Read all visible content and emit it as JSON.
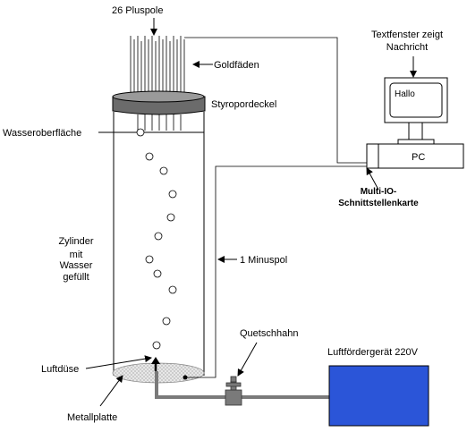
{
  "labels": {
    "pluspole": "26 Pluspole",
    "goldfaeden": "Goldfäden",
    "styropordeckel": "Styropordeckel",
    "wasseroberflaeche": "Wasseroberfläche",
    "zylinder_1": "Zylinder",
    "zylinder_2": "mit",
    "zylinder_3": "Wasser",
    "zylinder_4": "gefüllt",
    "minuspol": "1 Minuspol",
    "quetschhahn": "Quetschhahn",
    "luftduese": "Luftdüse",
    "metallplatte": "Metallplatte",
    "luftfoerdergeraet": "Luftfördergerät 220V",
    "textfenster_1": "Textfenster zeigt",
    "textfenster_2": "Nachricht",
    "monitor_text": "Hallo",
    "pc": "PC",
    "karte_1": "Multi-IO-",
    "karte_2": "Schnittstellenkarte"
  },
  "colors": {
    "lid": "#6b6b6b",
    "lid_top": "#9a9a9a",
    "pump": "#2b55d8",
    "pipe": "#7a7a7a",
    "plate": "#d9d9d9"
  }
}
